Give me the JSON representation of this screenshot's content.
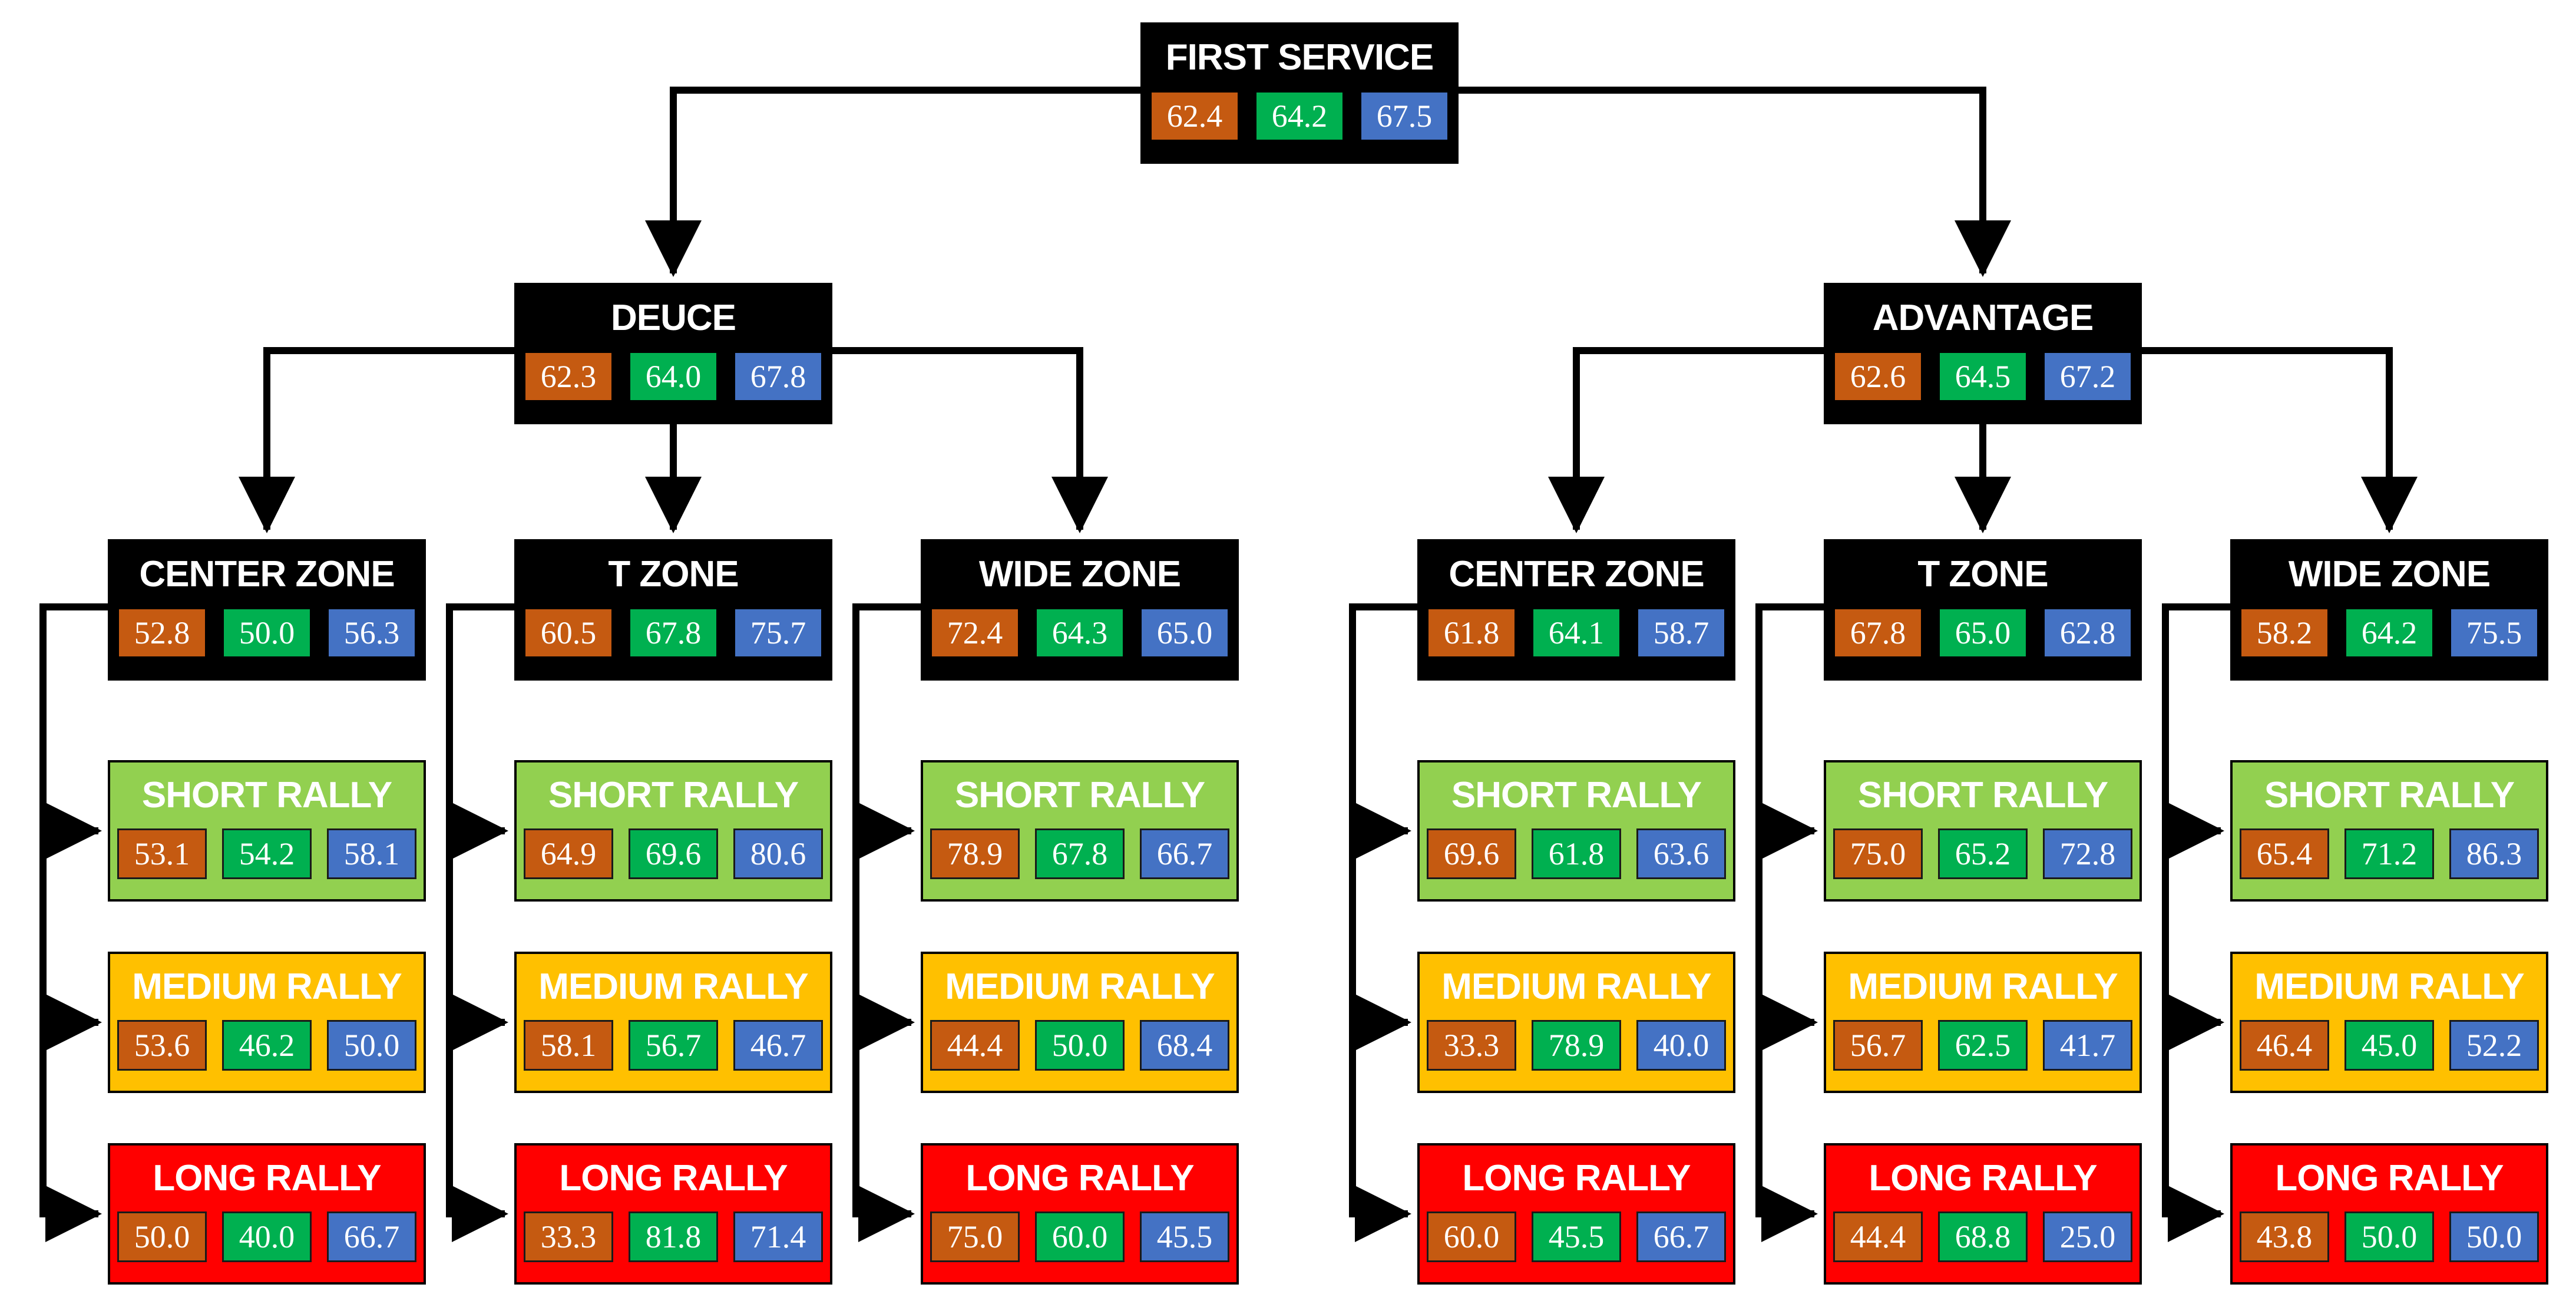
{
  "colors": {
    "metric1": "#c55a11",
    "metric2": "#00b050",
    "metric3": "#4472c4",
    "header": "#000000",
    "short_rally": "#92d050",
    "medium_rally": "#ffc000",
    "long_rally": "#ff0000"
  },
  "root": {
    "label": "FIRST SERVICE",
    "values": [
      "62.4",
      "64.2",
      "67.5"
    ]
  },
  "sides": [
    {
      "label": "DEUCE",
      "values": [
        "62.3",
        "64.0",
        "67.8"
      ],
      "zones": [
        {
          "label": "CENTER ZONE",
          "values": [
            "52.8",
            "50.0",
            "56.3"
          ],
          "rallies": [
            {
              "label": "SHORT RALLY",
              "values": [
                "53.1",
                "54.2",
                "58.1"
              ]
            },
            {
              "label": "MEDIUM RALLY",
              "values": [
                "53.6",
                "46.2",
                "50.0"
              ]
            },
            {
              "label": "LONG RALLY",
              "values": [
                "50.0",
                "40.0",
                "66.7"
              ]
            }
          ]
        },
        {
          "label": "T ZONE",
          "values": [
            "60.5",
            "67.8",
            "75.7"
          ],
          "rallies": [
            {
              "label": "SHORT RALLY",
              "values": [
                "64.9",
                "69.6",
                "80.6"
              ]
            },
            {
              "label": "MEDIUM RALLY",
              "values": [
                "58.1",
                "56.7",
                "46.7"
              ]
            },
            {
              "label": "LONG RALLY",
              "values": [
                "33.3",
                "81.8",
                "71.4"
              ]
            }
          ]
        },
        {
          "label": "WIDE ZONE",
          "values": [
            "72.4",
            "64.3",
            "65.0"
          ],
          "rallies": [
            {
              "label": "SHORT RALLY",
              "values": [
                "78.9",
                "67.8",
                "66.7"
              ]
            },
            {
              "label": "MEDIUM RALLY",
              "values": [
                "44.4",
                "50.0",
                "68.4"
              ]
            },
            {
              "label": "LONG RALLY",
              "values": [
                "75.0",
                "60.0",
                "45.5"
              ]
            }
          ]
        }
      ]
    },
    {
      "label": "ADVANTAGE",
      "values": [
        "62.6",
        "64.5",
        "67.2"
      ],
      "zones": [
        {
          "label": "CENTER ZONE",
          "values": [
            "61.8",
            "64.1",
            "58.7"
          ],
          "rallies": [
            {
              "label": "SHORT RALLY",
              "values": [
                "69.6",
                "61.8",
                "63.6"
              ]
            },
            {
              "label": "MEDIUM RALLY",
              "values": [
                "33.3",
                "78.9",
                "40.0"
              ]
            },
            {
              "label": "LONG RALLY",
              "values": [
                "60.0",
                "45.5",
                "66.7"
              ]
            }
          ]
        },
        {
          "label": "T ZONE",
          "values": [
            "67.8",
            "65.0",
            "62.8"
          ],
          "rallies": [
            {
              "label": "SHORT RALLY",
              "values": [
                "75.0",
                "65.2",
                "72.8"
              ]
            },
            {
              "label": "MEDIUM RALLY",
              "values": [
                "56.7",
                "62.5",
                "41.7"
              ]
            },
            {
              "label": "LONG RALLY",
              "values": [
                "44.4",
                "68.8",
                "25.0"
              ]
            }
          ]
        },
        {
          "label": "WIDE ZONE",
          "values": [
            "58.2",
            "64.2",
            "75.5"
          ],
          "rallies": [
            {
              "label": "SHORT RALLY",
              "values": [
                "65.4",
                "71.2",
                "86.3"
              ]
            },
            {
              "label": "MEDIUM RALLY",
              "values": [
                "46.4",
                "45.0",
                "52.2"
              ]
            },
            {
              "label": "LONG RALLY",
              "values": [
                "43.8",
                "50.0",
                "50.0"
              ]
            }
          ]
        }
      ]
    }
  ]
}
